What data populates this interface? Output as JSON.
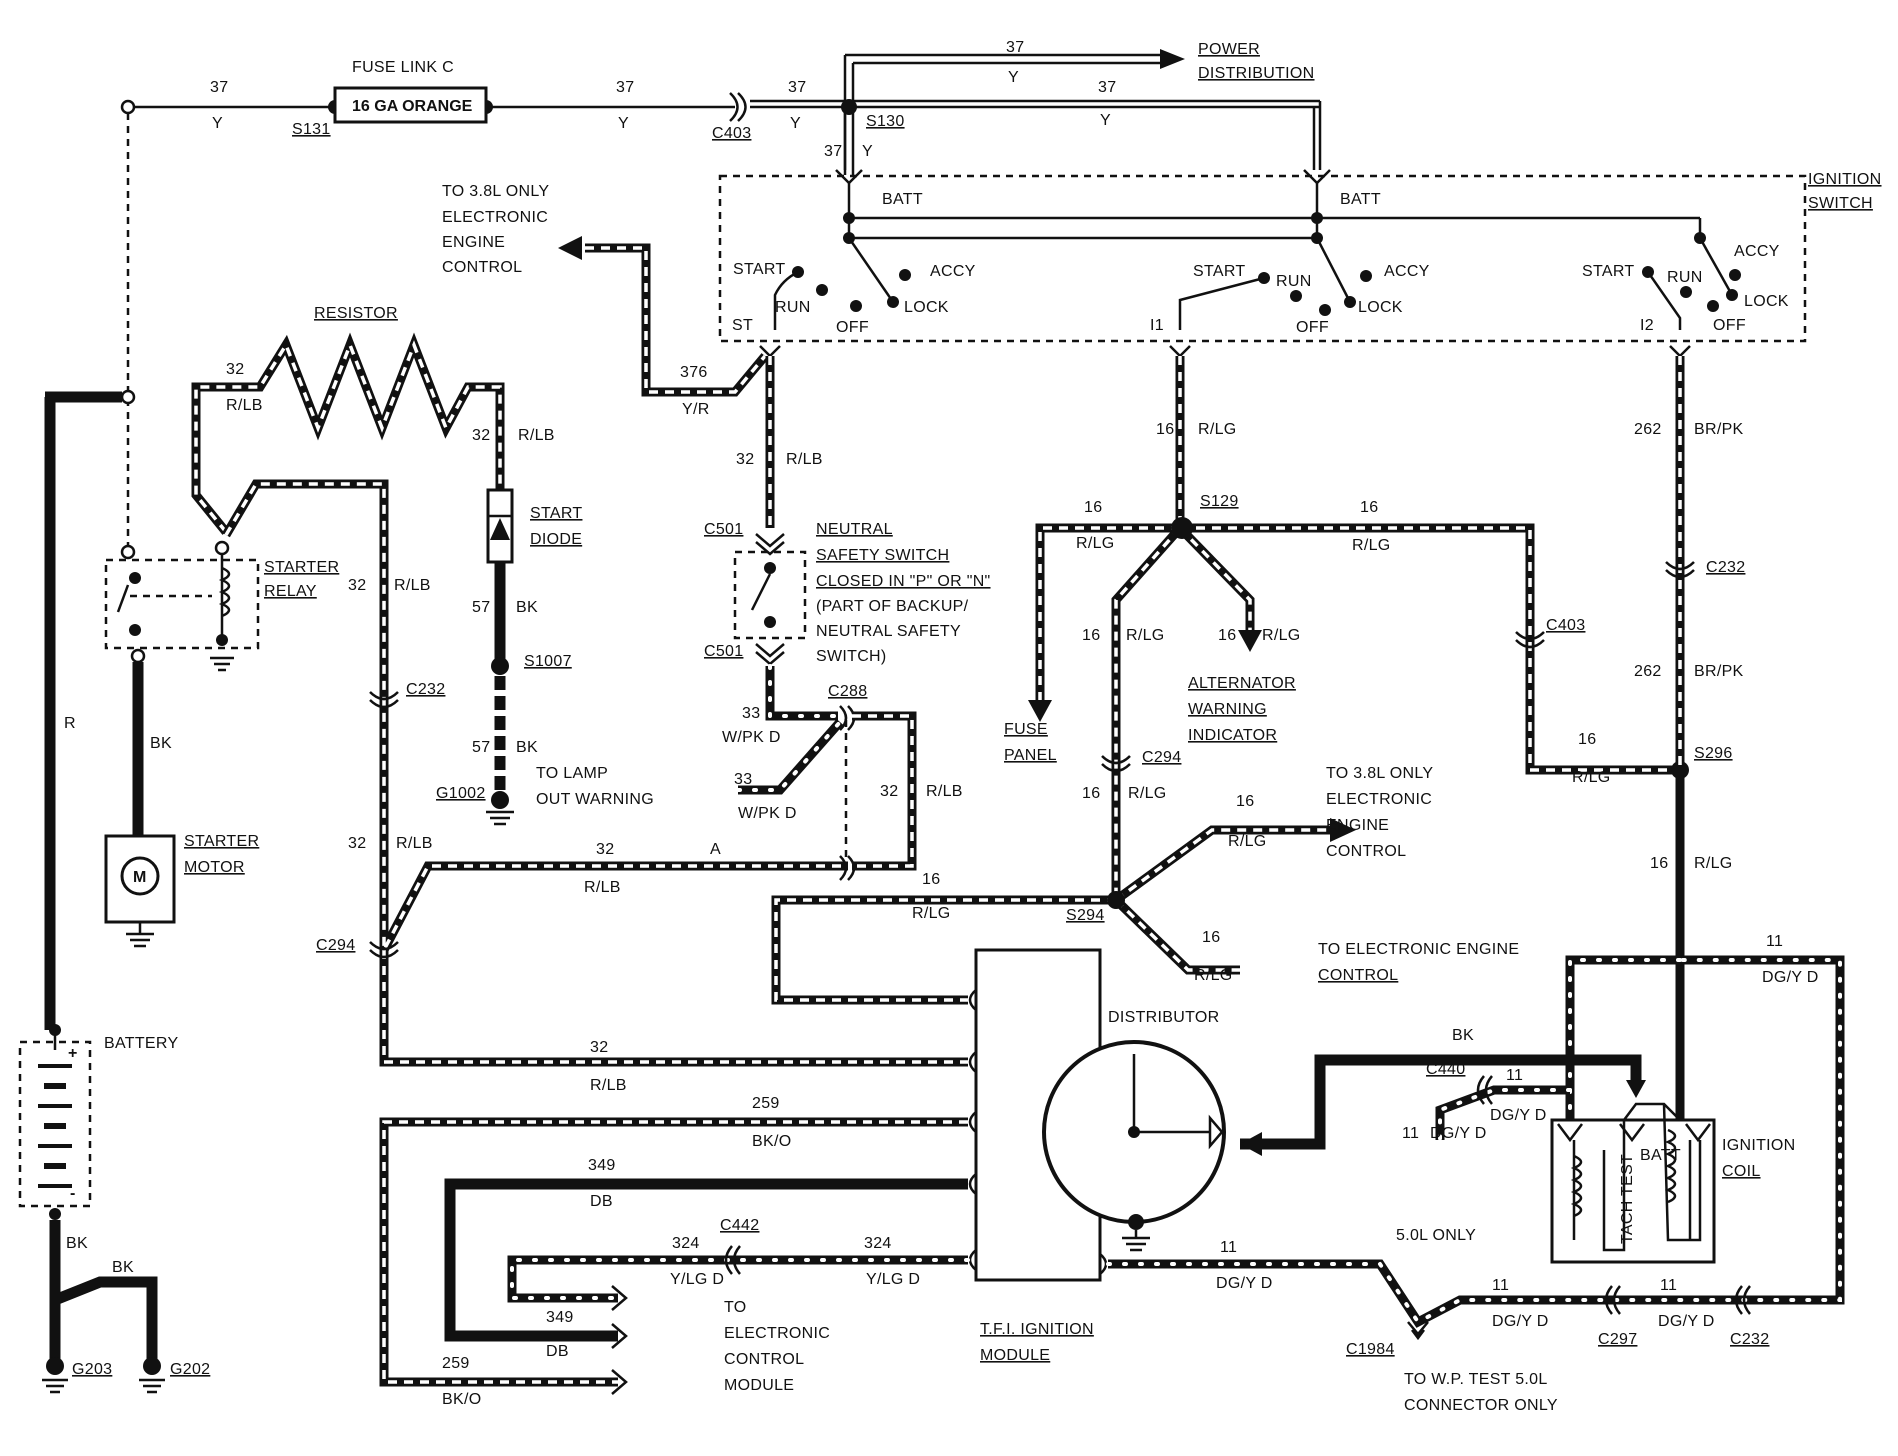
{
  "diagram": {
    "top": {
      "fuse_link": "FUSE LINK C",
      "fuse_rating": "16 GA ORANGE",
      "circuit_37": "37",
      "color_y": "Y",
      "s131": "S131",
      "c403": "C403",
      "s130": "S130",
      "power_dist_1": "POWER",
      "power_dist_2": "DISTRIBUTION"
    },
    "ignition_switch": {
      "title_1": "IGNITION",
      "title_2": "SWITCH",
      "batt": "BATT",
      "start": "START",
      "run": "RUN",
      "off": "OFF",
      "accy": "ACCY",
      "lock": "LOCK",
      "st": "ST",
      "i1": "I1",
      "i2": "I2"
    },
    "eec_top": {
      "l1": "TO 3.8L ONLY",
      "l2": "ELECTRONIC",
      "l3": "ENGINE",
      "l4": "CONTROL",
      "c376": "376",
      "yr": "Y/R"
    },
    "resistor": {
      "label": "RESISTOR",
      "c32": "32",
      "rlb": "R/LB"
    },
    "start_diode": {
      "l1": "START",
      "l2": "DIODE",
      "c57": "57",
      "bk": "BK",
      "s1007": "S1007",
      "g1002": "G1002",
      "lamp_1": "TO LAMP",
      "lamp_2": "OUT WARNING"
    },
    "starter_relay": {
      "l1": "STARTER",
      "l2": "RELAY"
    },
    "starter_motor": {
      "l1": "STARTER",
      "l2": "MOTOR",
      "m": "M"
    },
    "battery": {
      "label": "BATTERY",
      "r": "R",
      "bk": "BK",
      "g203": "G203",
      "g202": "G202",
      "plus": "+",
      "minus": "-"
    },
    "neutral_switch": {
      "c501": "C501",
      "l1": "NEUTRAL",
      "l2": "SAFETY SWITCH",
      "l3": "CLOSED IN \"P\" OR \"N\"",
      "l4": "(PART OF BACKUP/",
      "l5": "NEUTRAL SAFETY",
      "l6": "SWITCH)",
      "c288": "C288",
      "c33": "33",
      "wpkd": "W/PK D",
      "a": "A"
    },
    "connectors": {
      "c232": "C232",
      "c294": "C294",
      "c403": "C403",
      "s129": "S129",
      "s294": "S294",
      "s296": "S296",
      "c440": "C440",
      "c442": "C442",
      "c297": "C297",
      "c1984": "C1984"
    },
    "wires": {
      "c16": "16",
      "rlg": "R/LG",
      "c262": "262",
      "brpk": "BR/PK",
      "c11": "11",
      "dgyd": "DG/Y D",
      "bk": "BK",
      "c259": "259",
      "bko": "BK/O",
      "c349": "349",
      "db": "DB",
      "c324": "324",
      "ylgd": "Y/LG D"
    },
    "labels": {
      "fuse_panel_1": "FUSE",
      "fuse_panel_2": "PANEL",
      "alt_1": "ALTERNATOR",
      "alt_2": "WARNING",
      "alt_3": "INDICATOR",
      "eec38_1": "TO 3.8L ONLY",
      "eec38_2": "ELECTRONIC",
      "eec38_3": "ENGINE",
      "eec38_4": "CONTROL",
      "eec_1": "TO ELECTRONIC ENGINE",
      "eec_2": "CONTROL",
      "distributor": "DISTRIBUTOR",
      "tfi_1": "T.F.I. IGNITION",
      "tfi_2": "MODULE",
      "ecm_1": "TO",
      "ecm_2": "ELECTRONIC",
      "ecm_3": "CONTROL",
      "ecm_4": "MODULE",
      "coil_1": "IGNITION",
      "coil_2": "COIL",
      "tach": "TACH TEST",
      "coil_batt": "BATT",
      "only50": "5.0L ONLY",
      "wp_1": "TO W.P. TEST 5.0L",
      "wp_2": "CONNECTOR ONLY"
    }
  }
}
